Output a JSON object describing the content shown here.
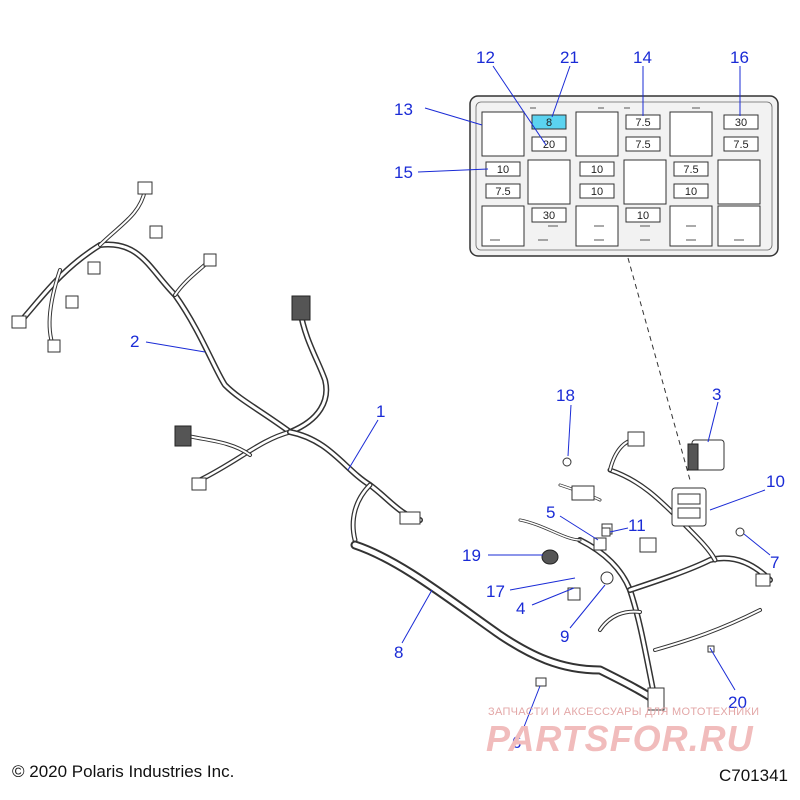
{
  "callouts": [
    "1",
    "2",
    "3",
    "4",
    "5",
    "6",
    "7",
    "8",
    "9",
    "10",
    "11",
    "12",
    "13",
    "14",
    "15",
    "16",
    "17",
    "18",
    "19",
    "20",
    "21"
  ],
  "fuse_values": [
    "8",
    "20",
    "7.5",
    "7.5",
    "30",
    "7.5",
    "10",
    "7.5",
    "10",
    "10",
    "7.5",
    "10",
    "30",
    "10"
  ],
  "copyright": "© 2020 Polaris Industries Inc.",
  "part_number": "C701341",
  "watermark": {
    "tagline": "ЗАПЧАСТИ И АКСЕССУАРЫ ДЛЯ МОТОТЕХНИКИ",
    "logo": "PARTSFOR.RU"
  },
  "colors": {
    "callout": "#1a2bd6",
    "line": "#333333",
    "fuse_highlight": "#5bd3f0",
    "fuse_box_fill": "#f2f2f2",
    "watermark": "#f1bcbc"
  }
}
